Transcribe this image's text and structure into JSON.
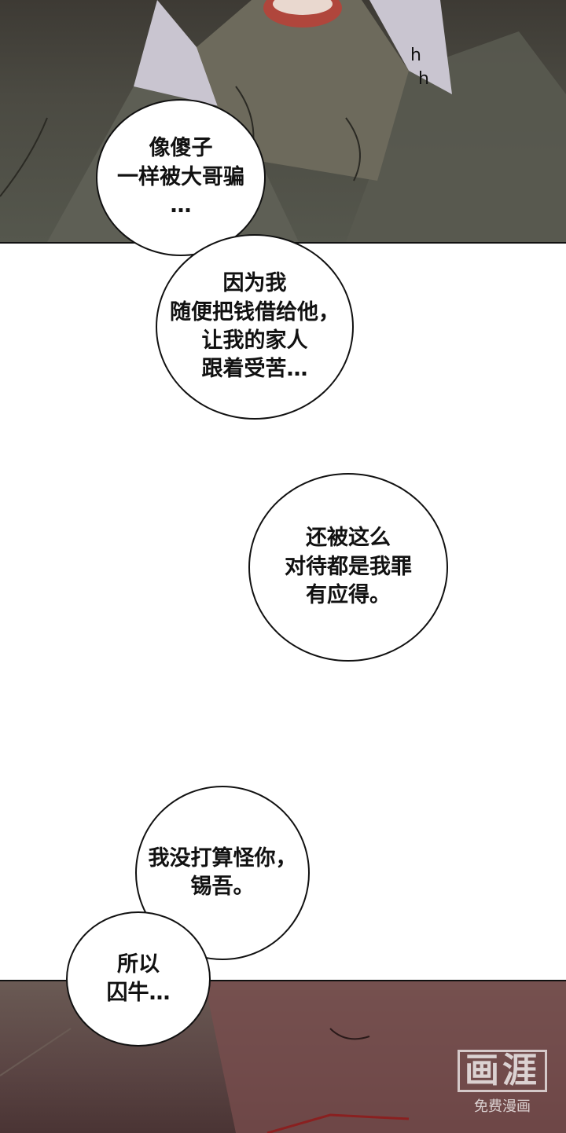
{
  "bubbles": {
    "b1": "像傻子\n一样被大哥骗\n…",
    "b2": "因为我\n随便把钱借给他，\n让我的家人\n跟着受苦…",
    "b3": "还被这么\n对待都是我罪\n有应得。",
    "b4": "我没打算怪你，\n锡吾。",
    "b5": "所以\n囚牛…"
  },
  "sfx": {
    "s1": "h",
    "s2": "h"
  },
  "watermark": {
    "mark": "画涯",
    "sub": "免费漫画"
  }
}
